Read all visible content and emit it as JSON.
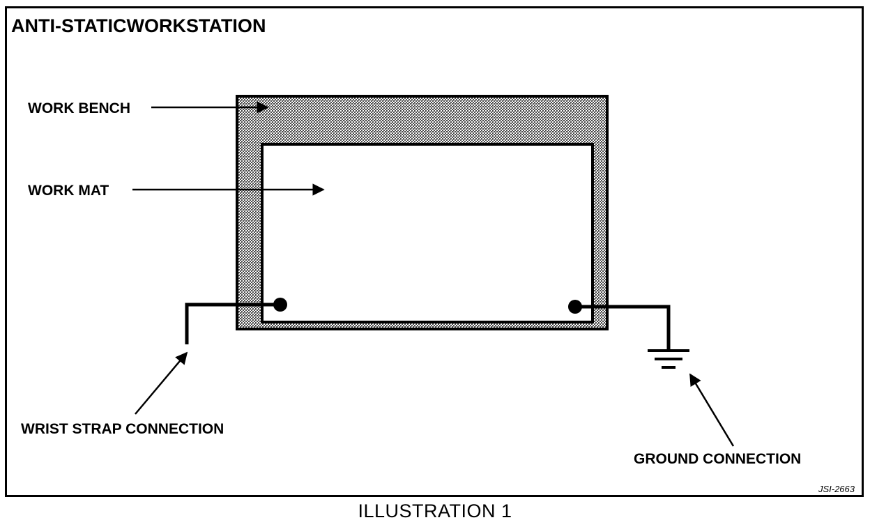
{
  "diagram": {
    "title": "ANTI-STATICWORKSTATION",
    "labels": {
      "work_bench": "WORK BENCH",
      "work_mat": "WORK MAT",
      "wrist_strap": "WRIST STRAP CONNECTION",
      "ground": "GROUND CONNECTION"
    },
    "drawing_code": "JSI-2663"
  },
  "caption": "ILLUSTRATION 1",
  "colors": {
    "line": "#000000",
    "stipple_fill": "#9a9a9a",
    "background": "#ffffff"
  }
}
